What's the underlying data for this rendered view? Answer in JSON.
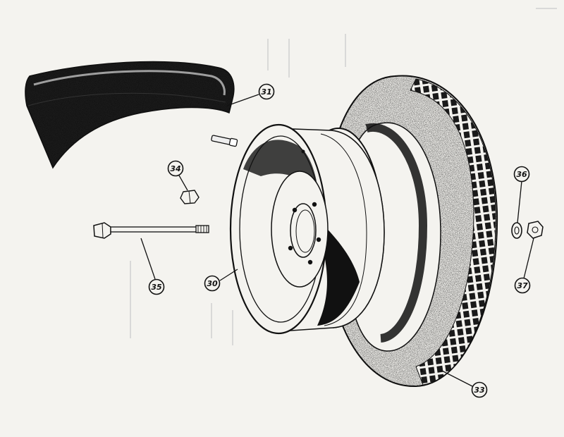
{
  "palette": {
    "paper": "#f4f3ef",
    "ink": "#151515",
    "shade": "#2a2a2a",
    "light": "#ffffff"
  },
  "diagram": {
    "callouts": [
      {
        "id": "31",
        "label": "31",
        "part": "inner-tube"
      },
      {
        "id": "34",
        "label": "34",
        "part": "wheel-nut"
      },
      {
        "id": "35",
        "label": "35",
        "part": "axle-bolt"
      },
      {
        "id": "30",
        "label": "30",
        "part": "wheel-rim"
      },
      {
        "id": "36",
        "label": "36",
        "part": "washer"
      },
      {
        "id": "37",
        "label": "37",
        "part": "hex-nut"
      },
      {
        "id": "33",
        "label": "33",
        "part": "tire"
      }
    ]
  }
}
